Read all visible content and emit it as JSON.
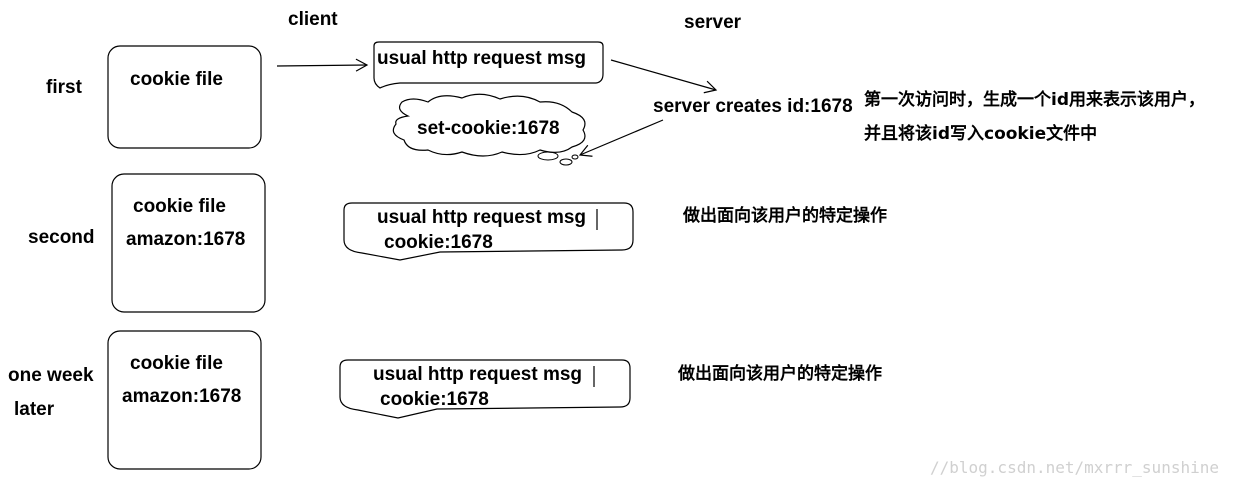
{
  "headers": {
    "client": "client",
    "server": "server"
  },
  "rows": {
    "first": {
      "label": "first",
      "cookie_file": "cookie file",
      "request": "usual http request msg",
      "set_cookie": "set-cookie:1678",
      "server_action": "server creates id:1678",
      "note_line1": "第一次访问时，生成一个id用来表示该用户，",
      "note_line2": "并且将该id写入cookie文件中"
    },
    "second": {
      "label": "second",
      "cookie_file": "cookie file",
      "cookie_entry": "amazon:1678",
      "request": "usual http request msg",
      "cookie_header": "cookie:1678",
      "note": "做出面向该用户的特定操作"
    },
    "later": {
      "label_line1": "one week",
      "label_line2": "later",
      "cookie_file": "cookie file",
      "cookie_entry": "amazon:1678",
      "request": "usual http request msg",
      "cookie_header": "cookie:1678",
      "note": "做出面向该用户的特定操作"
    }
  },
  "watermark": "//blog.csdn.net/mxrrr_sunshine"
}
